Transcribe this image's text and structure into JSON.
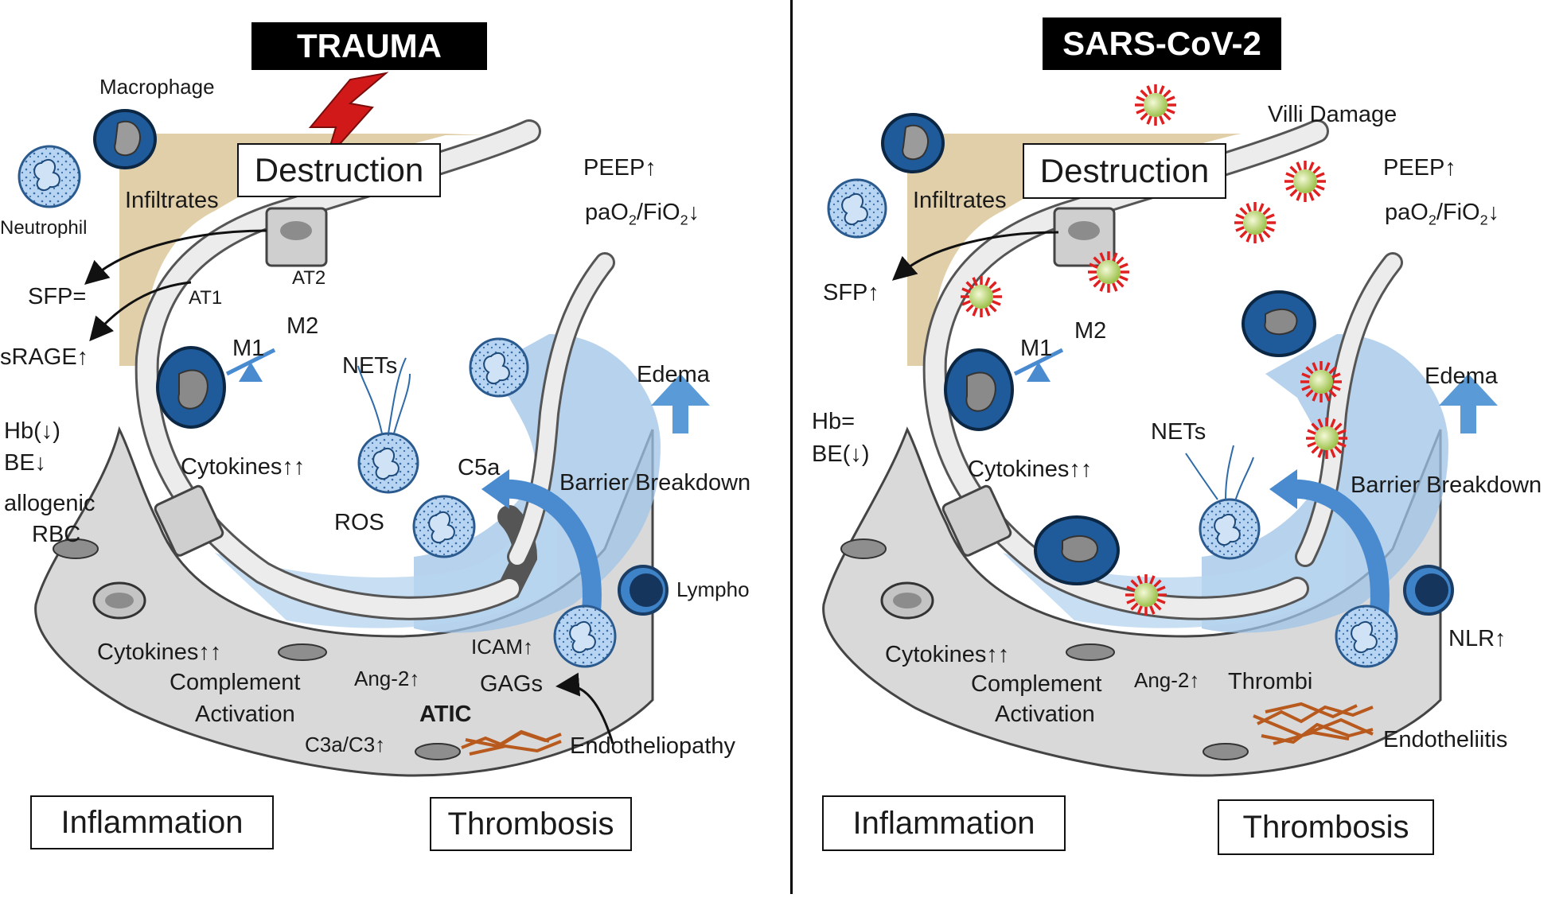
{
  "colors": {
    "tissue": "#d9d9d9",
    "cell_gray": "#9e9e9e",
    "alveolar_wall": "#ececec",
    "infiltrate": "#dcc79a",
    "edema_blue": "#9dc3e6",
    "macrophage": "#1f5b9a",
    "neutrophil": "#aecdef",
    "virus": "#d8e89a",
    "virus_spike": "#e02020",
    "thrombus": "#b85a1e",
    "trauma_bolt": "#d11919",
    "arrow_blue": "#4a8bd0"
  },
  "left": {
    "title": "TRAUMA",
    "destruction": "Destruction",
    "macrophage": "Macrophage",
    "neutrophil": "Neutrophil",
    "infiltrates": "Infiltrates",
    "at2": "AT2",
    "at1": "AT1",
    "sfp": "SFP=",
    "srage": "sRAGE↑",
    "m1": "M1",
    "m2": "M2",
    "nets": "NETs",
    "peep": "PEEP↑",
    "pao2": "paO",
    "pao2_sub": "2",
    "pao2_mid": "/FiO",
    "pao2_sub2": "2",
    "pao2_end": "↓",
    "edema": "Edema",
    "hb": "Hb(↓)",
    "be": "BE↓",
    "allogenic": "allogenic",
    "rbc": "RBC",
    "cytokines_inner": "Cytokines↑↑",
    "c5a": "C5a",
    "ros": "ROS",
    "barrier": "Barrier Breakdown",
    "lympho": "Lympho",
    "cytokines_tissue": "Cytokines↑↑",
    "complement": "Complement",
    "activation": "Activation",
    "ang2": "Ang-2↑",
    "icam": "ICAM↑",
    "gags": "GAGs",
    "atic": "ATIC",
    "c3a": "C3a/C3↑",
    "endotheliopathy": "Endotheliopathy",
    "inflammation": "Inflammation",
    "thrombosis": "Thrombosis"
  },
  "right": {
    "title": "SARS-CoV-2",
    "destruction": "Destruction",
    "villi": "Villi Damage",
    "infiltrates": "Infiltrates",
    "sfp": "SFP↑",
    "m1": "M1",
    "m2": "M2",
    "peep": "PEEP↑",
    "pao2": "paO",
    "pao2_sub": "2",
    "pao2_mid": "/FiO",
    "pao2_sub2": "2",
    "pao2_end": "↓",
    "edema": "Edema",
    "hb": "Hb=",
    "be": "BE(↓)",
    "nets": "NETs",
    "cytokines_inner": "Cytokines↑↑",
    "barrier": "Barrier Breakdown",
    "nlr": "NLR↑",
    "cytokines_tissue": "Cytokines↑↑",
    "complement": "Complement",
    "activation": "Activation",
    "ang2": "Ang-2↑",
    "thrombi": "Thrombi",
    "endotheliitis": "Endotheliitis",
    "inflammation": "Inflammation",
    "thrombosis": "Thrombosis"
  }
}
